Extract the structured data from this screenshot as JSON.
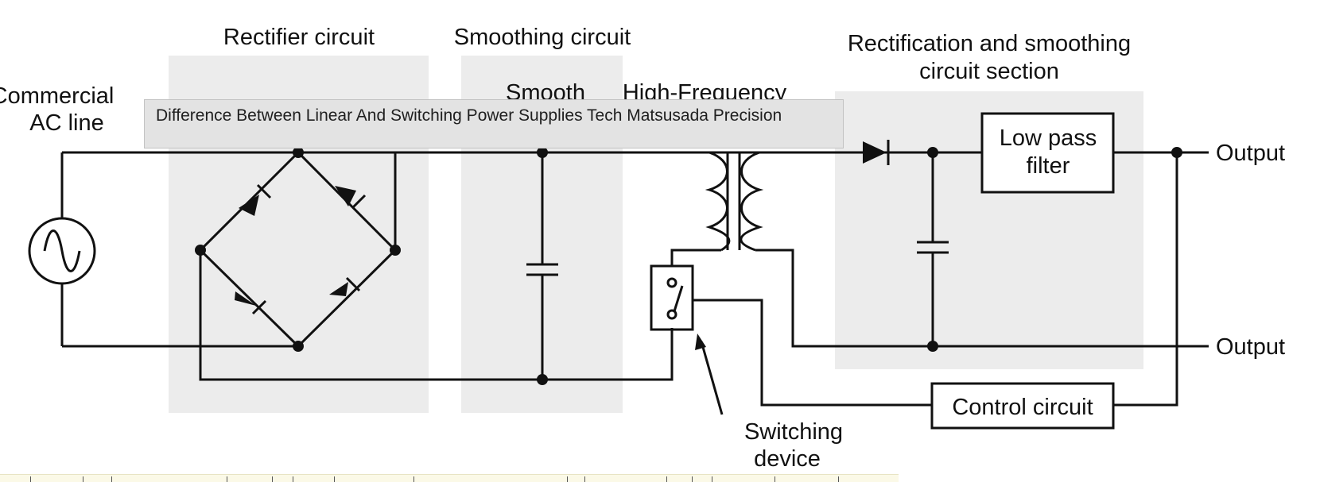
{
  "diagram": {
    "section_titles": {
      "rectifier": "Rectifier circuit",
      "smoothing": "Smoothing circuit",
      "rect_smooth_line1": "Rectification and smoothing",
      "rect_smooth_line2": "circuit section"
    },
    "source_label_line1": "Commercial",
    "source_label_line2": "AC line",
    "partial_label_smooth": "Smooth",
    "partial_label_high_freq": "High-Frequency",
    "filter_label_line1": "Low pass",
    "filter_label_line2": "filter",
    "control_label": "Control circuit",
    "switch_label_line1": "Switching",
    "switch_label_line2": "device",
    "output_top": "Output",
    "output_bottom": "Output"
  },
  "tooltip": {
    "text": "Difference Between Linear And Switching Power Supplies Tech Matsusada Precision"
  },
  "colors": {
    "section_shade": "#ececec",
    "wire": "#111111",
    "tooltip_bg": "#e3e3e3",
    "filmstrip_bg": "#fbf9e7"
  }
}
